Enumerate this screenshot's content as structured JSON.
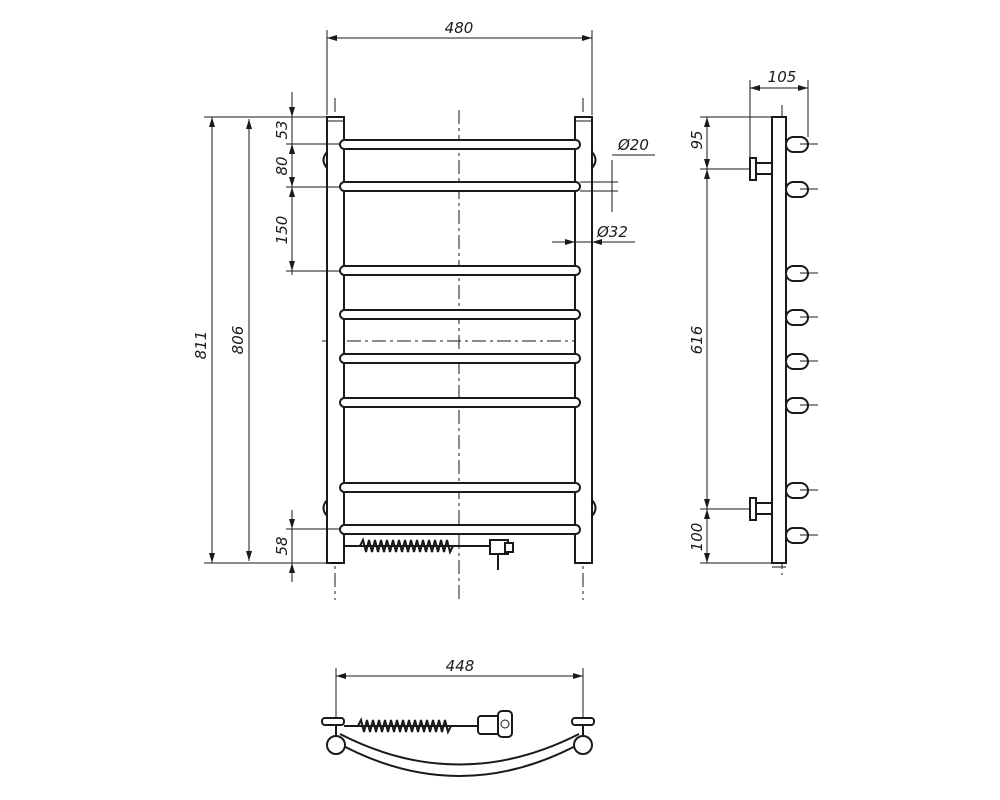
{
  "front_view": {
    "width_dim": "480",
    "height_outer_dim": "811",
    "height_axis_dim": "806",
    "top_offset_dim": "53",
    "bar_gap_dim": "80",
    "bar_gap_large_dim": "150",
    "bottom_offset_dim": "58",
    "bar_diameter_dim": "Ø20",
    "post_diameter_dim": "Ø32"
  },
  "side_view": {
    "depth_dim": "105",
    "top_mount_dim": "95",
    "mount_span_dim": "616",
    "bottom_mount_dim": "100"
  },
  "top_view": {
    "width_dim": "448"
  }
}
